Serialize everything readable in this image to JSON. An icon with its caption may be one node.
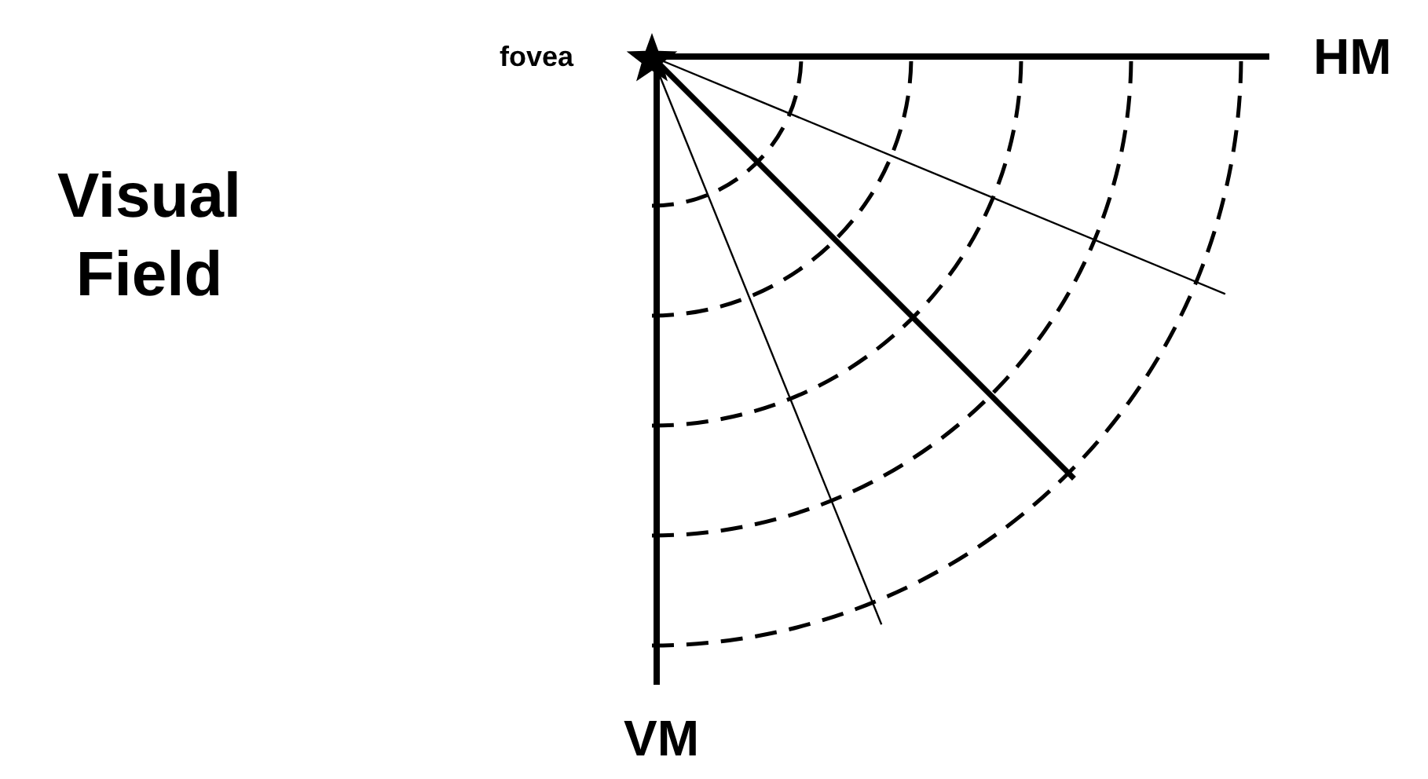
{
  "diagram": {
    "title": "Visual Field",
    "labels": [
      "fovea",
      "HM",
      "VM"
    ]
  }
}
